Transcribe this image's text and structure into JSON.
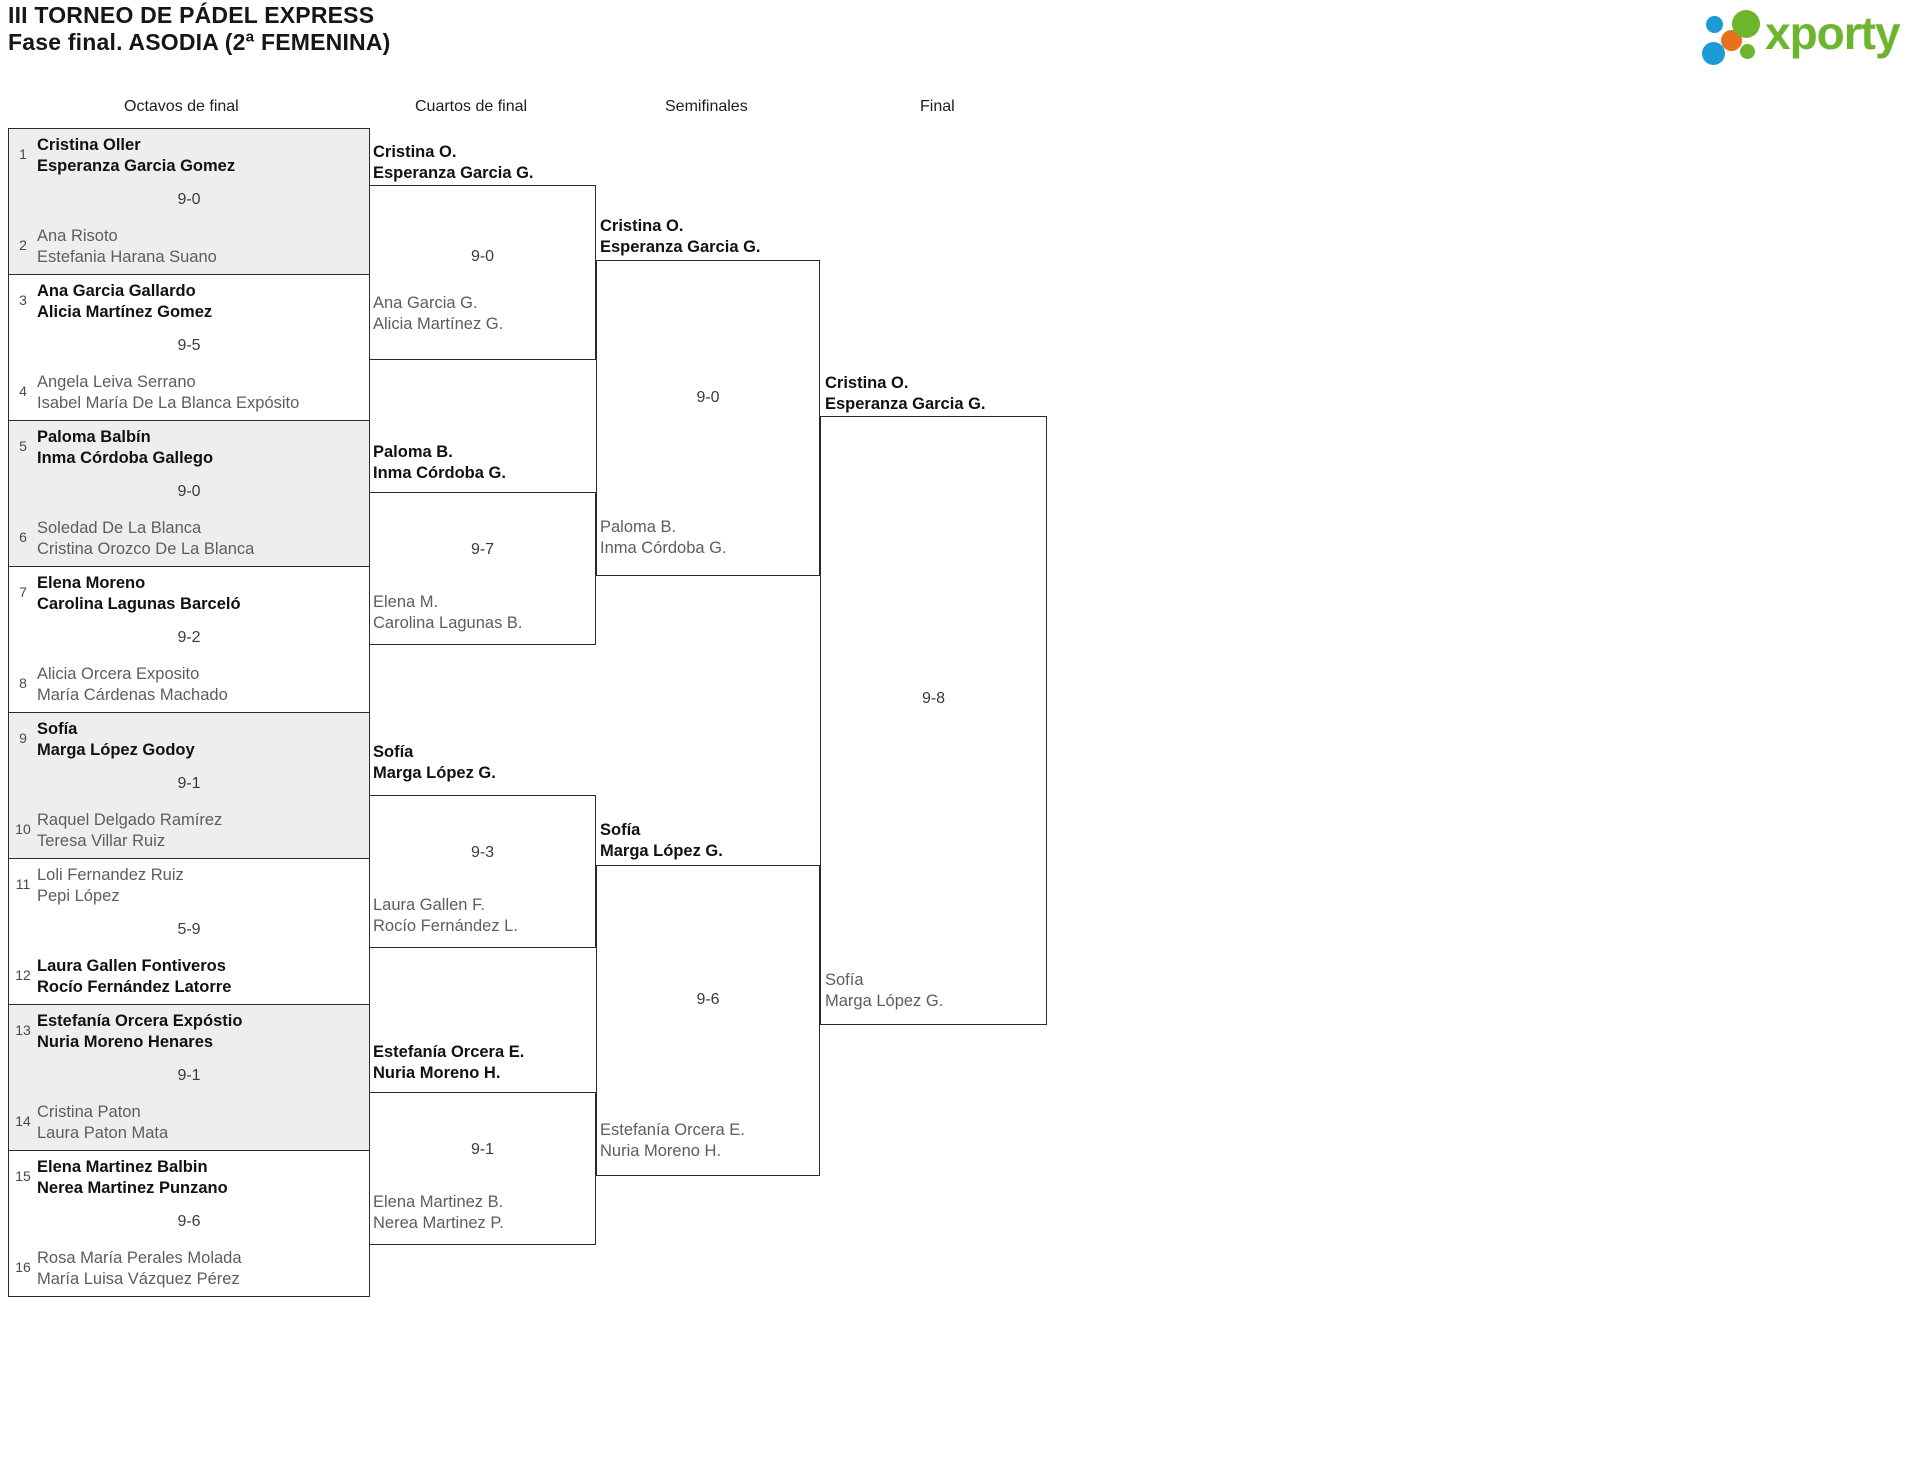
{
  "header": {
    "title_line1": "III TORNEO DE PÁDEL EXPRESS",
    "title_line2": "Fase final. ASODIA (2ª FEMENINA)",
    "brand": "xporty",
    "brand_color": "#6cb52d",
    "dot_colors": {
      "blue": "#1b9ad6",
      "orange": "#e8701a",
      "green": "#6cb52d"
    }
  },
  "rounds": [
    {
      "label": "Octavos de final"
    },
    {
      "label": "Cuartos de final"
    },
    {
      "label": "Semifinales"
    },
    {
      "label": "Final"
    }
  ],
  "round1": [
    {
      "shaded": true,
      "score": "9-0",
      "top": {
        "seed": "1",
        "p1": "Cristina Oller",
        "p2": "Esperanza Garcia Gomez",
        "winner": true
      },
      "bottom": {
        "seed": "2",
        "p1": "Ana Risoto",
        "p2": "Estefania Harana Suano",
        "winner": false
      }
    },
    {
      "shaded": false,
      "score": "9-5",
      "top": {
        "seed": "3",
        "p1": "Ana Garcia Gallardo",
        "p2": "Alicia Martínez Gomez",
        "winner": true
      },
      "bottom": {
        "seed": "4",
        "p1": "Angela Leiva Serrano",
        "p2": "Isabel María De La Blanca Expósito",
        "winner": false
      }
    },
    {
      "shaded": true,
      "score": "9-0",
      "top": {
        "seed": "5",
        "p1": "Paloma Balbín",
        "p2": "Inma Córdoba Gallego",
        "winner": true
      },
      "bottom": {
        "seed": "6",
        "p1": "Soledad De La Blanca",
        "p2": "Cristina Orozco De La Blanca",
        "winner": false
      }
    },
    {
      "shaded": false,
      "score": "9-2",
      "top": {
        "seed": "7",
        "p1": "Elena Moreno",
        "p2": "Carolina Lagunas Barceló",
        "winner": true
      },
      "bottom": {
        "seed": "8",
        "p1": "Alicia Orcera Exposito",
        "p2": "María Cárdenas Machado",
        "winner": false
      }
    },
    {
      "shaded": true,
      "score": "9-1",
      "top": {
        "seed": "9",
        "p1": "Sofía",
        "p2": "Marga López Godoy",
        "winner": true
      },
      "bottom": {
        "seed": "10",
        "p1": "Raquel Delgado Ramírez",
        "p2": "Teresa Villar Ruiz",
        "winner": false
      }
    },
    {
      "shaded": false,
      "score": "5-9",
      "top": {
        "seed": "11",
        "p1": "Loli Fernandez Ruiz",
        "p2": "Pepi López",
        "winner": false
      },
      "bottom": {
        "seed": "12",
        "p1": "Laura Gallen Fontiveros",
        "p2": "Rocío Fernández Latorre",
        "winner": true
      }
    },
    {
      "shaded": true,
      "score": "9-1",
      "top": {
        "seed": "13",
        "p1": "Estefanía Orcera Expóstio",
        "p2": "Nuria Moreno Henares",
        "winner": true
      },
      "bottom": {
        "seed": "14",
        "p1": "Cristina Paton",
        "p2": "Laura Paton Mata",
        "winner": false
      }
    },
    {
      "shaded": false,
      "score": "9-6",
      "top": {
        "seed": "15",
        "p1": "Elena Martinez Balbin",
        "p2": "Nerea Martinez Punzano",
        "winner": true
      },
      "bottom": {
        "seed": "16",
        "p1": "Rosa María Perales Molada",
        "p2": "María Luisa Vázquez Pérez",
        "winner": false
      }
    }
  ],
  "round2": [
    {
      "score": "9-0",
      "top": {
        "p1": "Cristina O.",
        "p2": "Esperanza Garcia G.",
        "winner": true
      },
      "bottom": {
        "p1": "Ana Garcia G.",
        "p2": "Alicia Martínez G.",
        "winner": false
      }
    },
    {
      "score": "9-7",
      "top": {
        "p1": "Paloma B.",
        "p2": "Inma Córdoba G.",
        "winner": true
      },
      "bottom": {
        "p1": "Elena M.",
        "p2": "Carolina Lagunas B.",
        "winner": false
      }
    },
    {
      "score": "9-3",
      "top": {
        "p1": "Sofía",
        "p2": "Marga López G.",
        "winner": true
      },
      "bottom": {
        "p1": "Laura Gallen F.",
        "p2": "Rocío Fernández L.",
        "winner": false
      }
    },
    {
      "score": "9-1",
      "top": {
        "p1": "Estefanía Orcera E.",
        "p2": "Nuria Moreno H.",
        "winner": true
      },
      "bottom": {
        "p1": "Elena Martinez B.",
        "p2": "Nerea Martinez P.",
        "winner": false
      }
    }
  ],
  "round3": [
    {
      "score": "9-0",
      "top": {
        "p1": "Cristina O.",
        "p2": "Esperanza Garcia G.",
        "winner": true
      },
      "bottom": {
        "p1": "Paloma B.",
        "p2": "Inma Córdoba G.",
        "winner": false
      }
    },
    {
      "score": "9-6",
      "top": {
        "p1": "Sofía",
        "p2": "Marga López G.",
        "winner": true
      },
      "bottom": {
        "p1": "Estefanía Orcera E.",
        "p2": "Nuria Moreno H.",
        "winner": false
      }
    }
  ],
  "round4": [
    {
      "score": "9-8",
      "top": {
        "p1": "Cristina O.",
        "p2": "Esperanza Garcia G.",
        "winner": true
      },
      "bottom": {
        "p1": "Sofía",
        "p2": "Marga López G.",
        "winner": false
      }
    }
  ]
}
